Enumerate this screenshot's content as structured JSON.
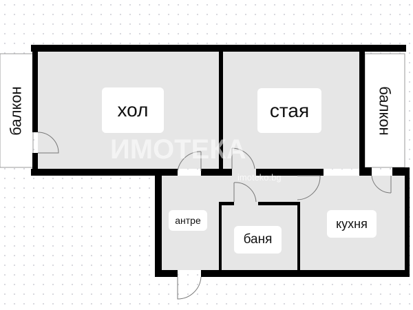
{
  "rooms": {
    "living": "хол",
    "bedroom": "стая",
    "balcony_left": "балкон",
    "balcony_right": "балкон",
    "hall": "антре",
    "bathroom": "баня",
    "kitchen": "кухня"
  },
  "watermark": {
    "logo": "ИМОТЕКА",
    "url": "imoteko.bg"
  },
  "colors": {
    "floor": "#e6e6e6",
    "wall": "#000000"
  }
}
